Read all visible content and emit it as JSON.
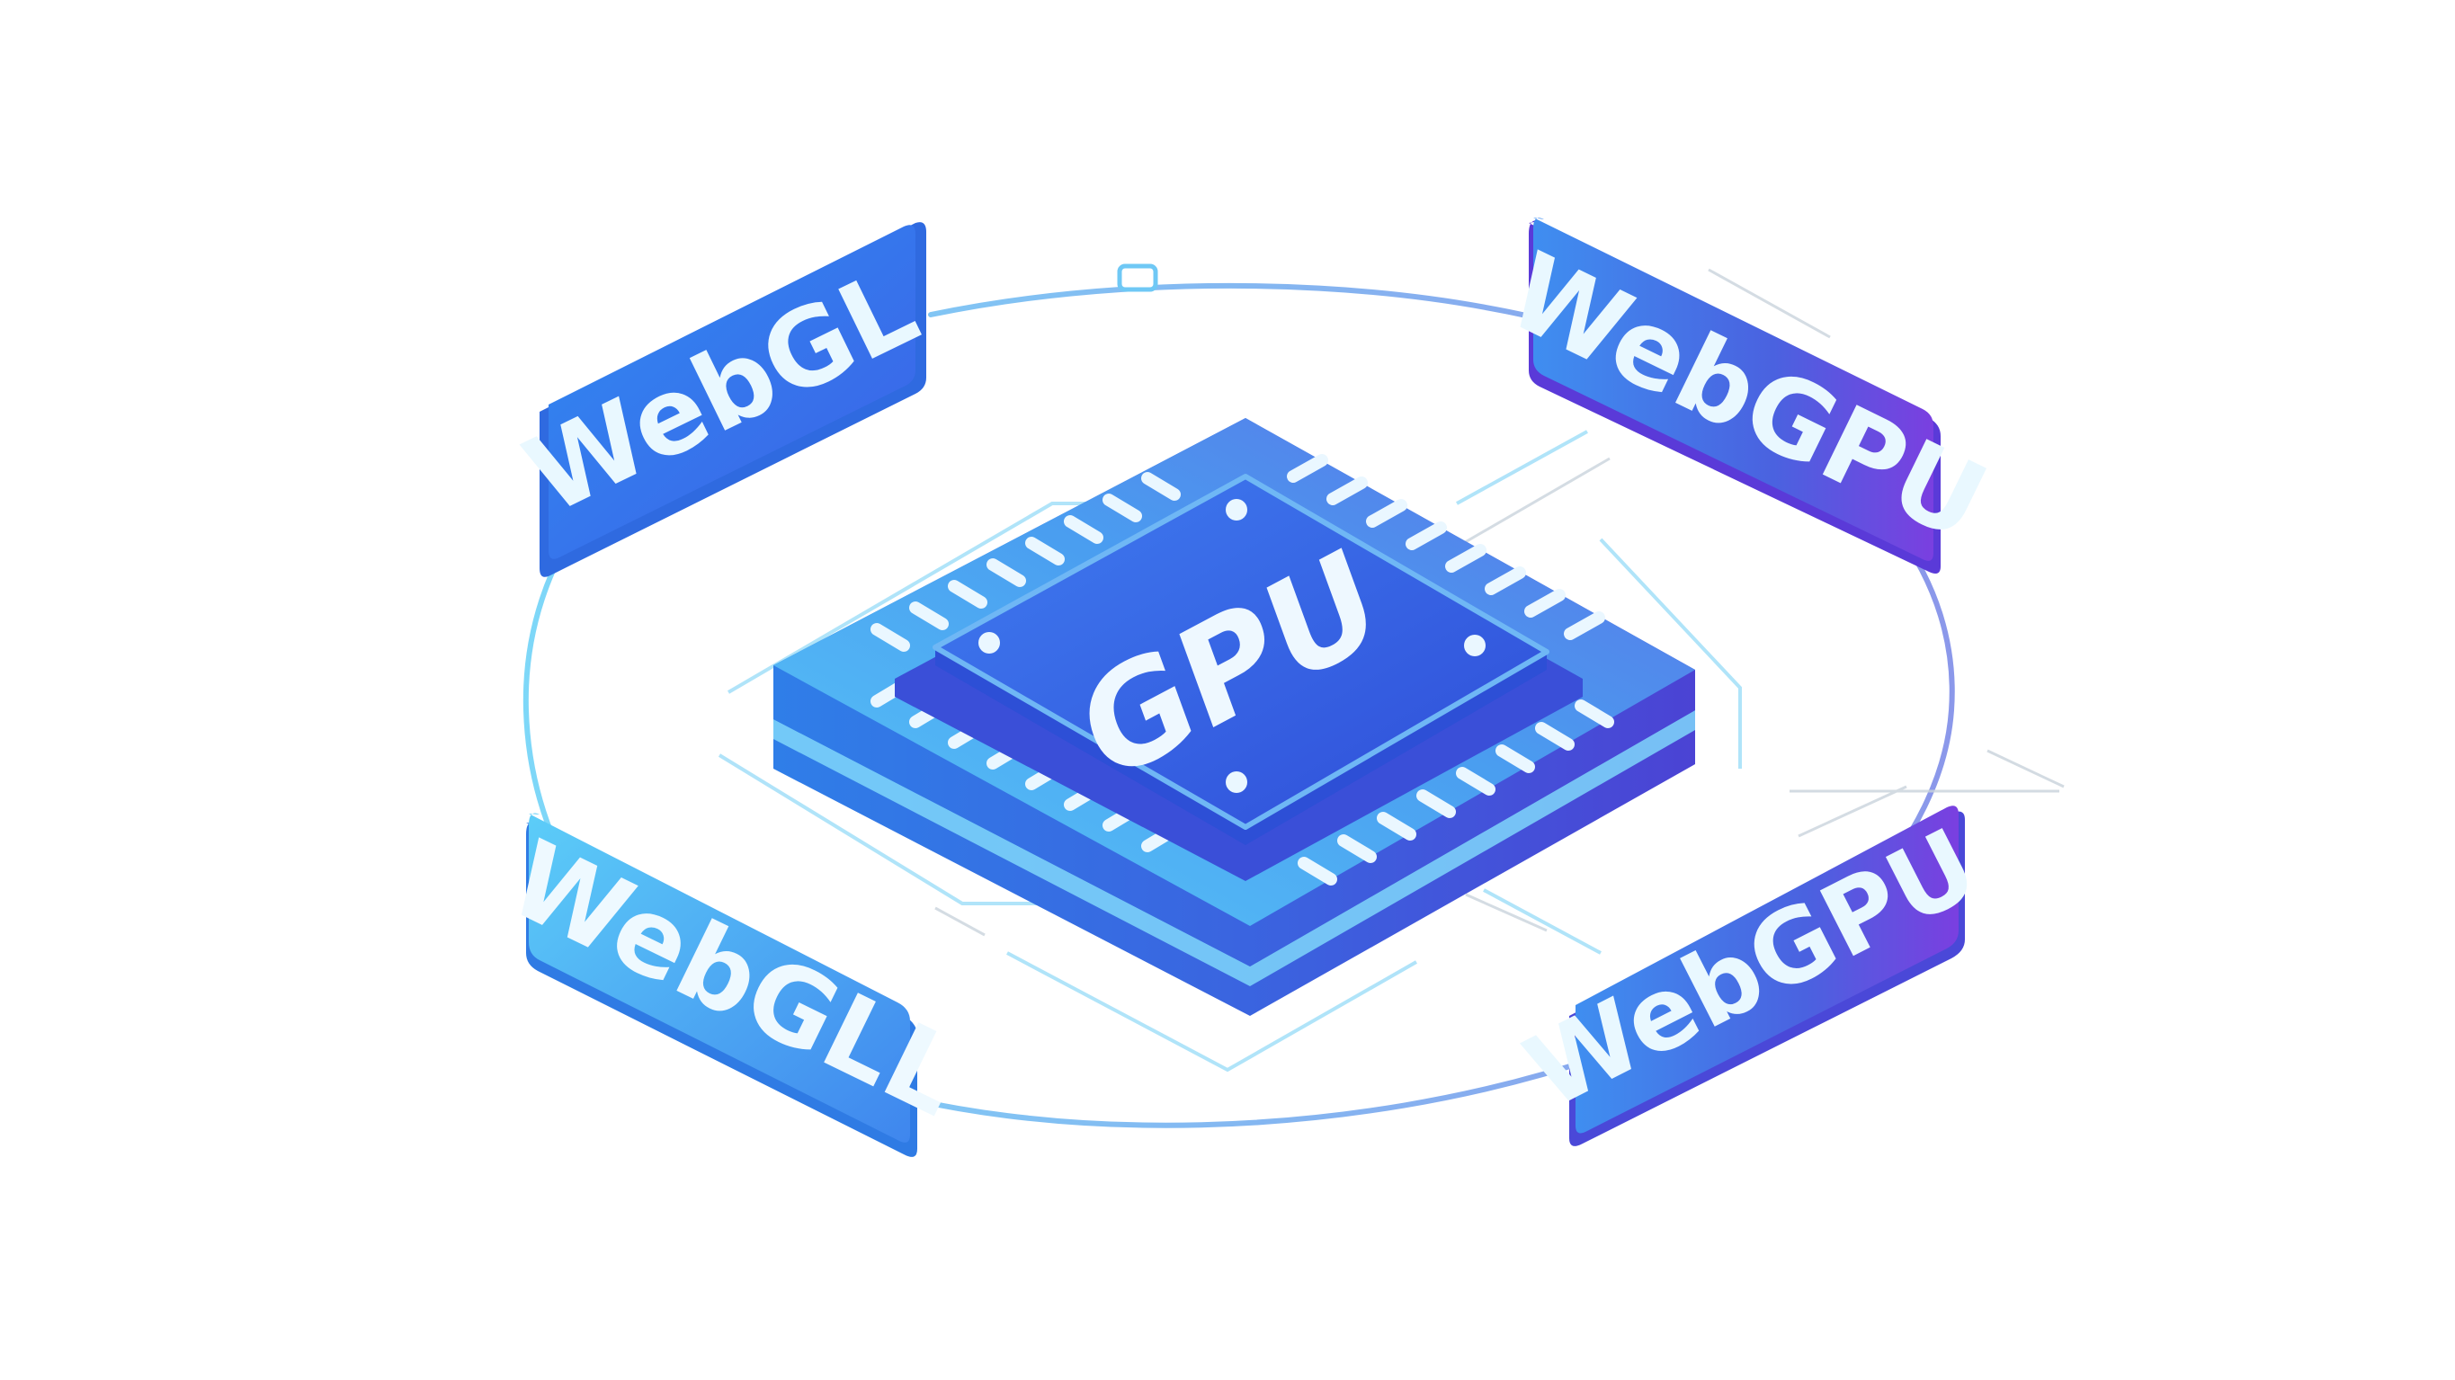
{
  "chip": {
    "label": "GPU"
  },
  "badges": [
    {
      "id": "top-left",
      "label": "WebGL"
    },
    {
      "id": "top-right",
      "label": "WebGPU"
    },
    {
      "id": "bottom-left",
      "label": "WebGLL"
    },
    {
      "id": "bottom-right",
      "label": "WebGPU"
    }
  ],
  "colors": {
    "blue_light": "#5ccdf8",
    "blue_mid": "#3f8ef0",
    "blue_deep": "#2f5fe0",
    "indigo": "#3a48d8",
    "violet": "#7a3fe0",
    "ring": "#6fc8f5",
    "text_light": "#e9f8ff"
  }
}
